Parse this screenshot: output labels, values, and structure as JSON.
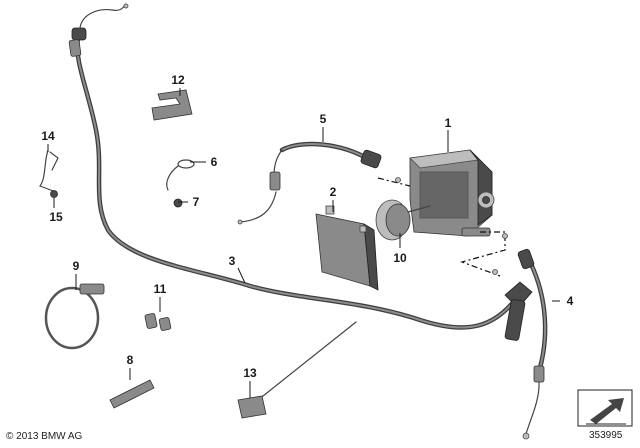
{
  "callouts": [
    {
      "label": "1"
    },
    {
      "label": "2"
    },
    {
      "label": "3"
    },
    {
      "label": "4"
    },
    {
      "label": "5"
    },
    {
      "label": "6"
    },
    {
      "label": "7"
    },
    {
      "label": "8"
    },
    {
      "label": "9"
    },
    {
      "label": "10"
    },
    {
      "label": "11"
    },
    {
      "label": "12"
    },
    {
      "label": "13"
    },
    {
      "label": "14"
    },
    {
      "label": "15"
    }
  ],
  "footer": {
    "copyright": "© 2013 BMW AG",
    "image_number": "353995"
  },
  "colors": {
    "background": "#ffffff",
    "cable": "#3d3d3d",
    "text": "#1a1a1a"
  }
}
